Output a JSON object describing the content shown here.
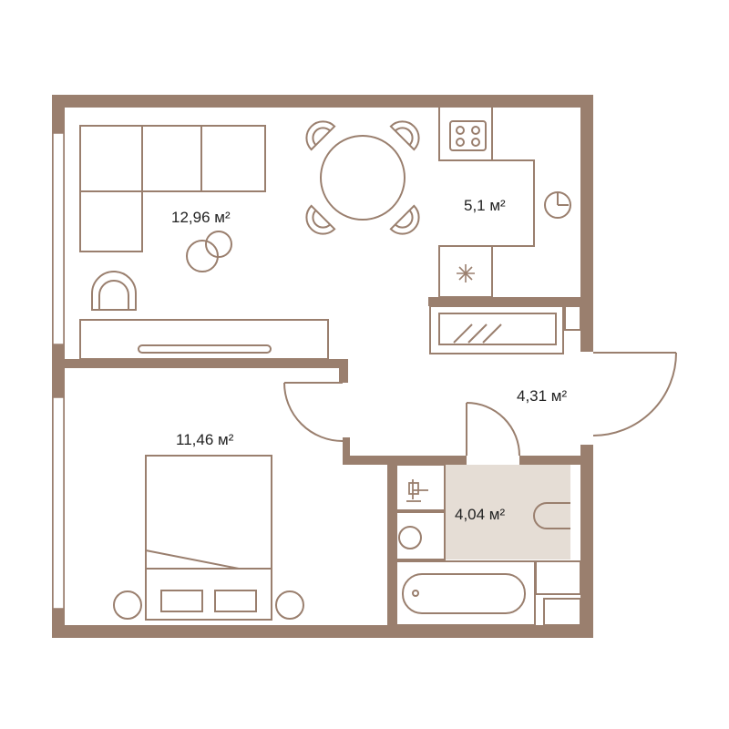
{
  "colors": {
    "wall": "#9a7f6e",
    "furniture": "#9a7f6e",
    "bathroom_fill": "#e5ddd5",
    "label": "#222222",
    "background": "#ffffff"
  },
  "rooms": [
    {
      "id": "living",
      "label": "12,96 м²"
    },
    {
      "id": "kitchen",
      "label": "5,1 м²"
    },
    {
      "id": "hall",
      "label": "4,31 м²"
    },
    {
      "id": "bedroom",
      "label": "11,46 м²"
    },
    {
      "id": "bathroom",
      "label": "4,04 м²"
    }
  ]
}
